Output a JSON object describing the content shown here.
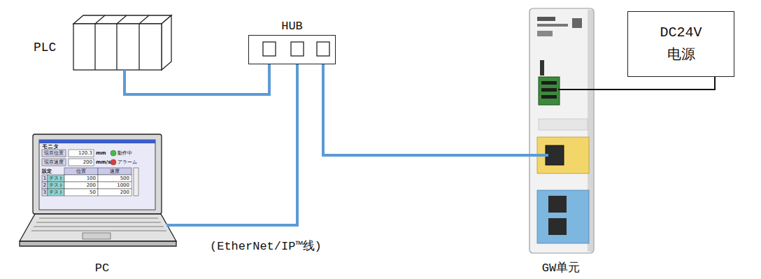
{
  "diagram": {
    "nodes": [
      {
        "text": [
          "PLC"
        ]
      },
      {
        "text": [
          "HUB"
        ]
      },
      {
        "text": [
          "PC"
        ]
      },
      {
        "text": [
          "GW单元"
        ]
      },
      {
        "text": [
          "DC24V 电源"
        ]
      }
    ],
    "edges": [
      {
        "from": 0,
        "to": 1,
        "arrow": "none"
      },
      {
        "from": 2,
        "to": 1,
        "arrow": "none"
      },
      {
        "from": 1,
        "to": 3,
        "arrow": "none"
      },
      {
        "from": 3,
        "to": 4,
        "arrow": "none"
      }
    ],
    "labels": [
      "(EtherNet/IP™线)",
      "モニタ",
      "現在位置",
      "120.3",
      "mm",
      "動作中",
      "現在速度",
      "200",
      "mm/s",
      "アラーム",
      "設定",
      "位置",
      "速度",
      "1",
      "テスト",
      "100",
      "500",
      "2",
      "テスト",
      "200",
      "1000",
      "3",
      "テスト",
      "50",
      "200"
    ]
  }
}
